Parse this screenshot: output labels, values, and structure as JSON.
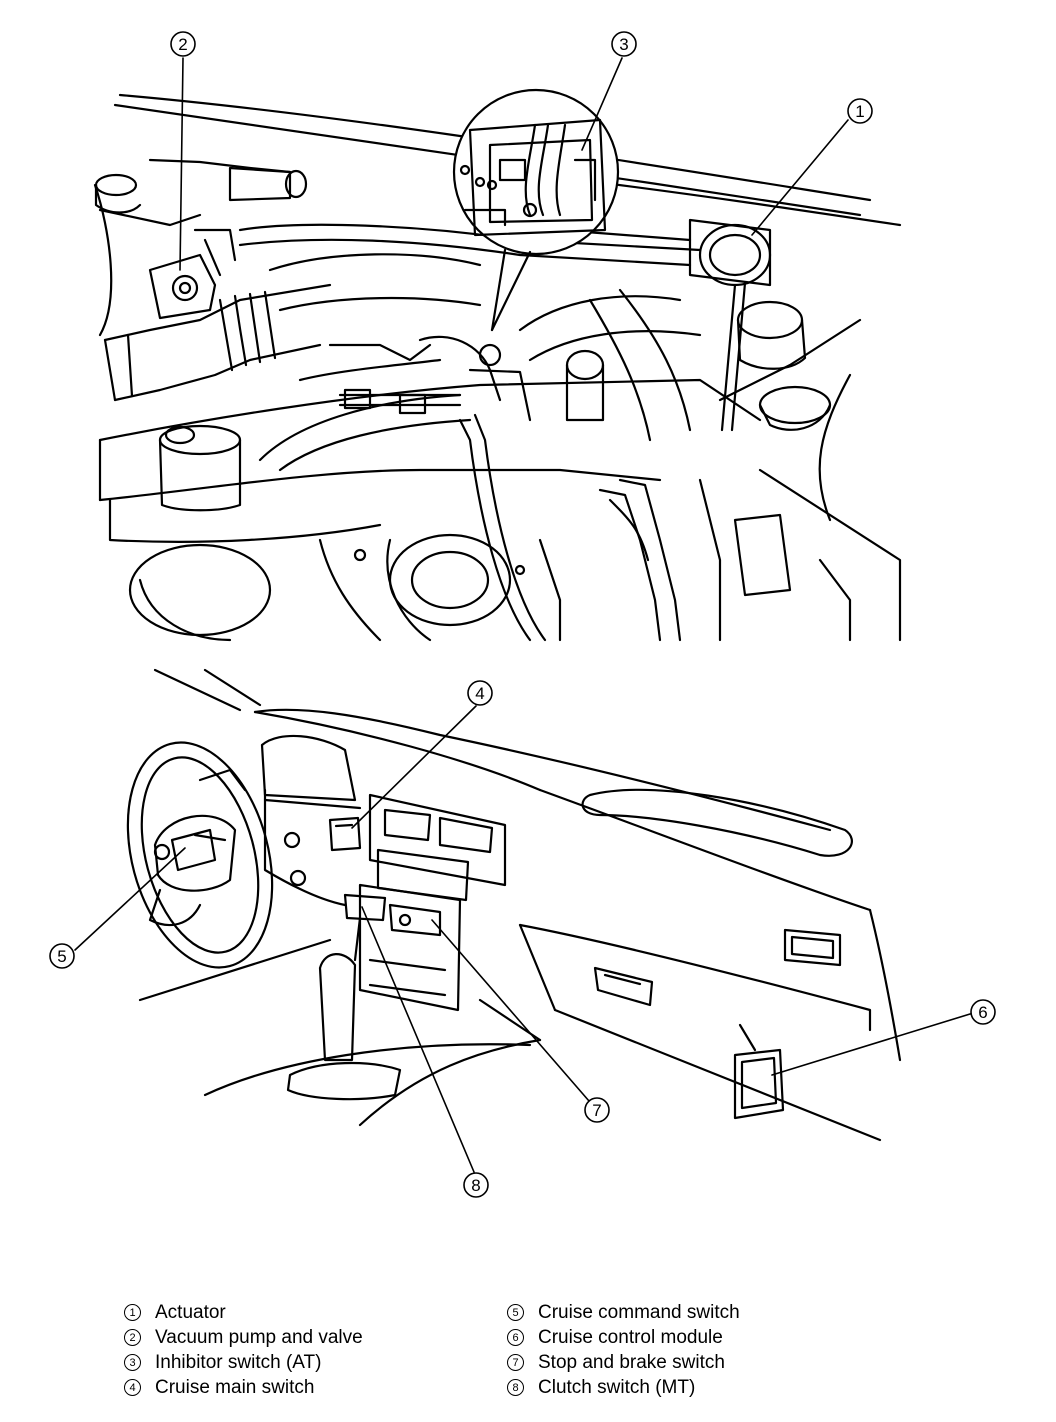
{
  "callouts": {
    "c1": "1",
    "c2": "2",
    "c3": "3",
    "c4": "4",
    "c5": "5",
    "c6": "6",
    "c7": "7",
    "c8": "8"
  },
  "legend": {
    "items": [
      {
        "num": "1",
        "label": "Actuator"
      },
      {
        "num": "5",
        "label": "Cruise command switch"
      },
      {
        "num": "2",
        "label": "Vacuum pump and valve"
      },
      {
        "num": "6",
        "label": "Cruise control module"
      },
      {
        "num": "3",
        "label": "Inhibitor switch (AT)"
      },
      {
        "num": "7",
        "label": "Stop and brake switch"
      },
      {
        "num": "4",
        "label": "Cruise main switch"
      },
      {
        "num": "8",
        "label": "Clutch switch (MT)"
      }
    ]
  }
}
